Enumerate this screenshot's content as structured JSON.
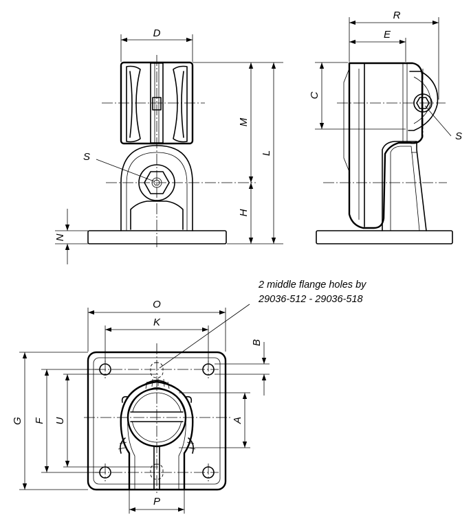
{
  "labels": {
    "D": "D",
    "S": "S",
    "M": "M",
    "L": "L",
    "H": "H",
    "N": "N",
    "R": "R",
    "E": "E",
    "C": "C",
    "O": "O",
    "K": "K",
    "B": "B",
    "G": "G",
    "F": "F",
    "U": "U",
    "A": "A",
    "P": "P"
  },
  "note": {
    "line1": "2 middle flange holes by",
    "line2": "29036-512 - 29036-518"
  }
}
